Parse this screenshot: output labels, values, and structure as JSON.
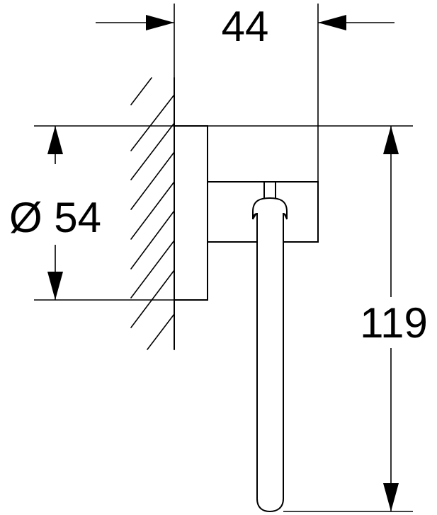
{
  "drawing": {
    "dimensions": {
      "width": "44",
      "diameter": "Ø 54",
      "height": "119"
    },
    "colors": {
      "line": "#000000",
      "background": "#ffffff"
    }
  }
}
